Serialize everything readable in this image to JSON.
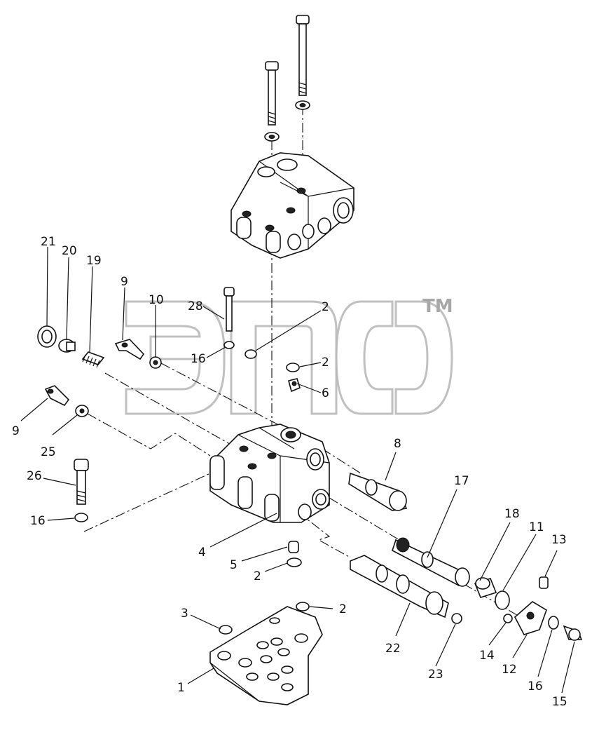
{
  "watermark": {
    "logo_lettering": "ЭПС",
    "trademark": "TM"
  },
  "callouts": {
    "c1": "1",
    "c2a": "2",
    "c2b": "2",
    "c2c": "2",
    "c2d": "2",
    "c3": "3",
    "c4": "4",
    "c5": "5",
    "c6": "6",
    "c8": "8",
    "c9a": "9",
    "c9b": "9",
    "c10": "10",
    "c11": "11",
    "c12": "12",
    "c13": "13",
    "c14": "14",
    "c15": "15",
    "c16a": "16",
    "c16b": "16",
    "c16c": "16",
    "c17": "17",
    "c18": "18",
    "c19": "19",
    "c20": "20",
    "c21": "21",
    "c22": "22",
    "c23": "23",
    "c25": "25",
    "c26": "26",
    "c28": "28"
  },
  "colors": {
    "line": "#111111",
    "watermark": "#b9b9b9",
    "background": "#ffffff"
  }
}
